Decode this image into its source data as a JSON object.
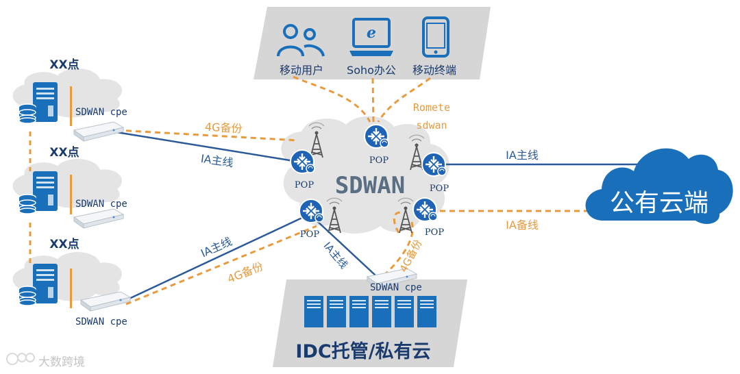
{
  "sites": [
    {
      "name": "XX点",
      "cpe": "SDWAN cpe"
    },
    {
      "name": "XX点",
      "cpe": "SDWAN cpe"
    },
    {
      "name": "XX点",
      "cpe": "SDWAN cpe"
    }
  ],
  "remote_users": {
    "items": [
      "移动用户",
      "Soho办公",
      "移动终端"
    ]
  },
  "core": {
    "title": "SDWAN",
    "pop_label": "POP",
    "remote_label_1": "Romete",
    "remote_label_2": "sdwan"
  },
  "cloud": {
    "label": "公有云端"
  },
  "idc": {
    "label": "IDC托管/私有云",
    "cpe": "SDWAN cpe"
  },
  "links": {
    "backup_4g": "4G备份",
    "main_ia": "IA主线",
    "backup_ia": "IA备线",
    "ia_main_idc": "IA主线",
    "backup_4g_idc": "4G备份"
  },
  "watermark": "大数跨境",
  "colors": {
    "blue": "#1a6fba",
    "dark_blue": "#2a5a99",
    "orange": "#e89a3c",
    "grey": "#d6d6d6",
    "cloud_grey": "#e4e4e4"
  }
}
